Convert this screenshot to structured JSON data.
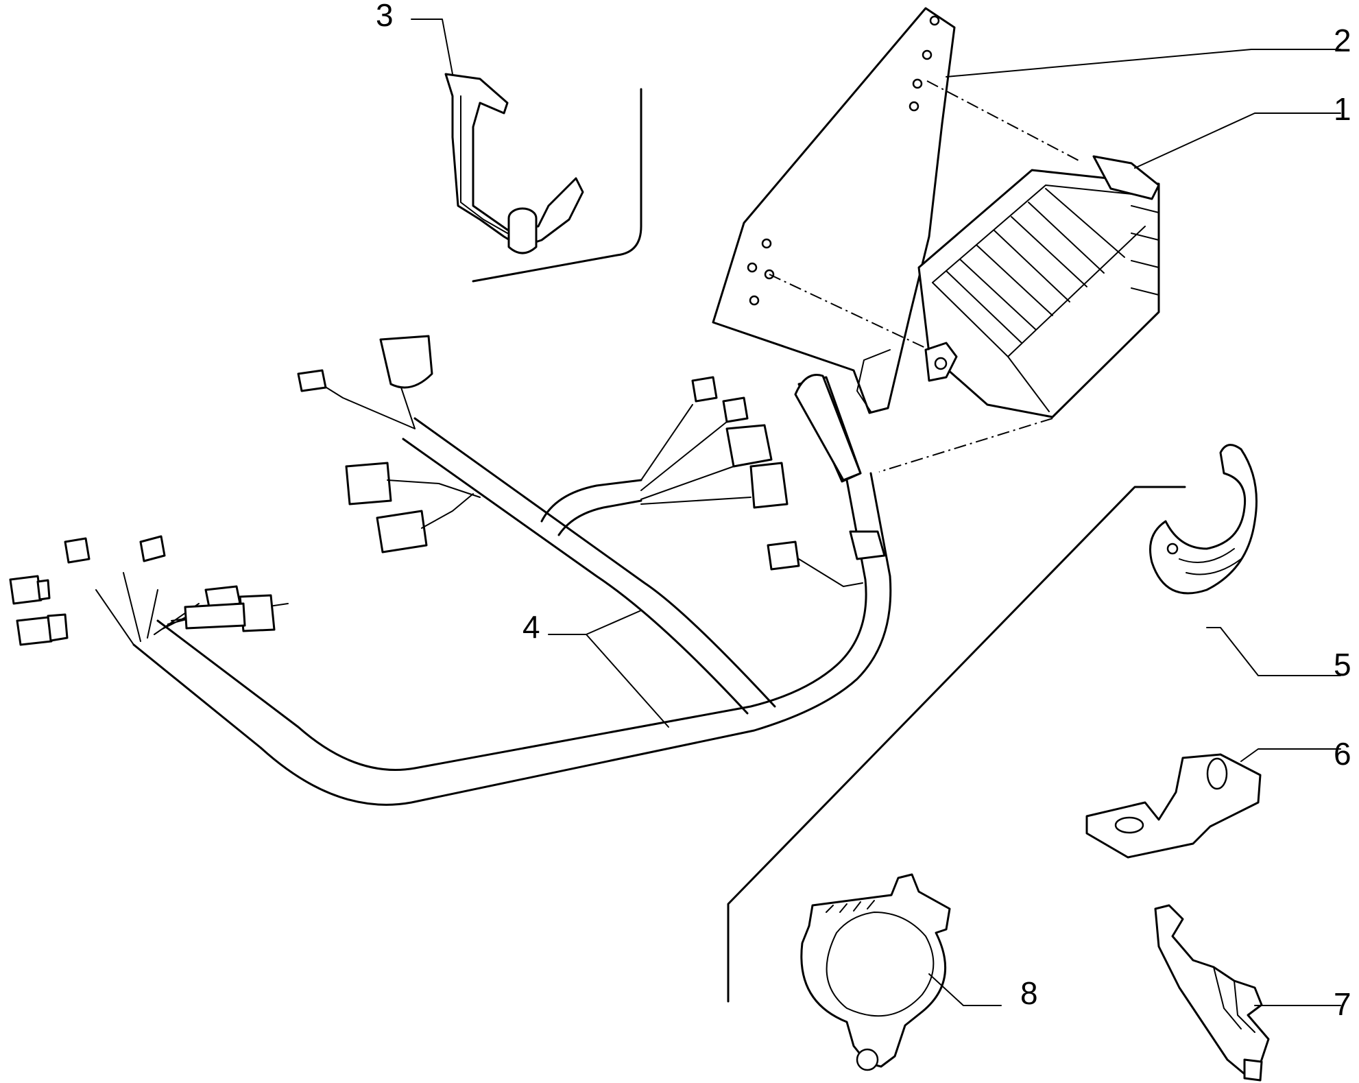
{
  "diagram": {
    "callouts": [
      {
        "id": "1",
        "label": "1"
      },
      {
        "id": "2",
        "label": "2"
      },
      {
        "id": "3",
        "label": "3"
      },
      {
        "id": "4",
        "label": "4"
      },
      {
        "id": "5",
        "label": "5"
      },
      {
        "id": "6",
        "label": "6"
      },
      {
        "id": "7",
        "label": "7"
      },
      {
        "id": "8",
        "label": "8"
      }
    ],
    "colors": {
      "line": "#000000",
      "background": "#ffffff"
    }
  }
}
